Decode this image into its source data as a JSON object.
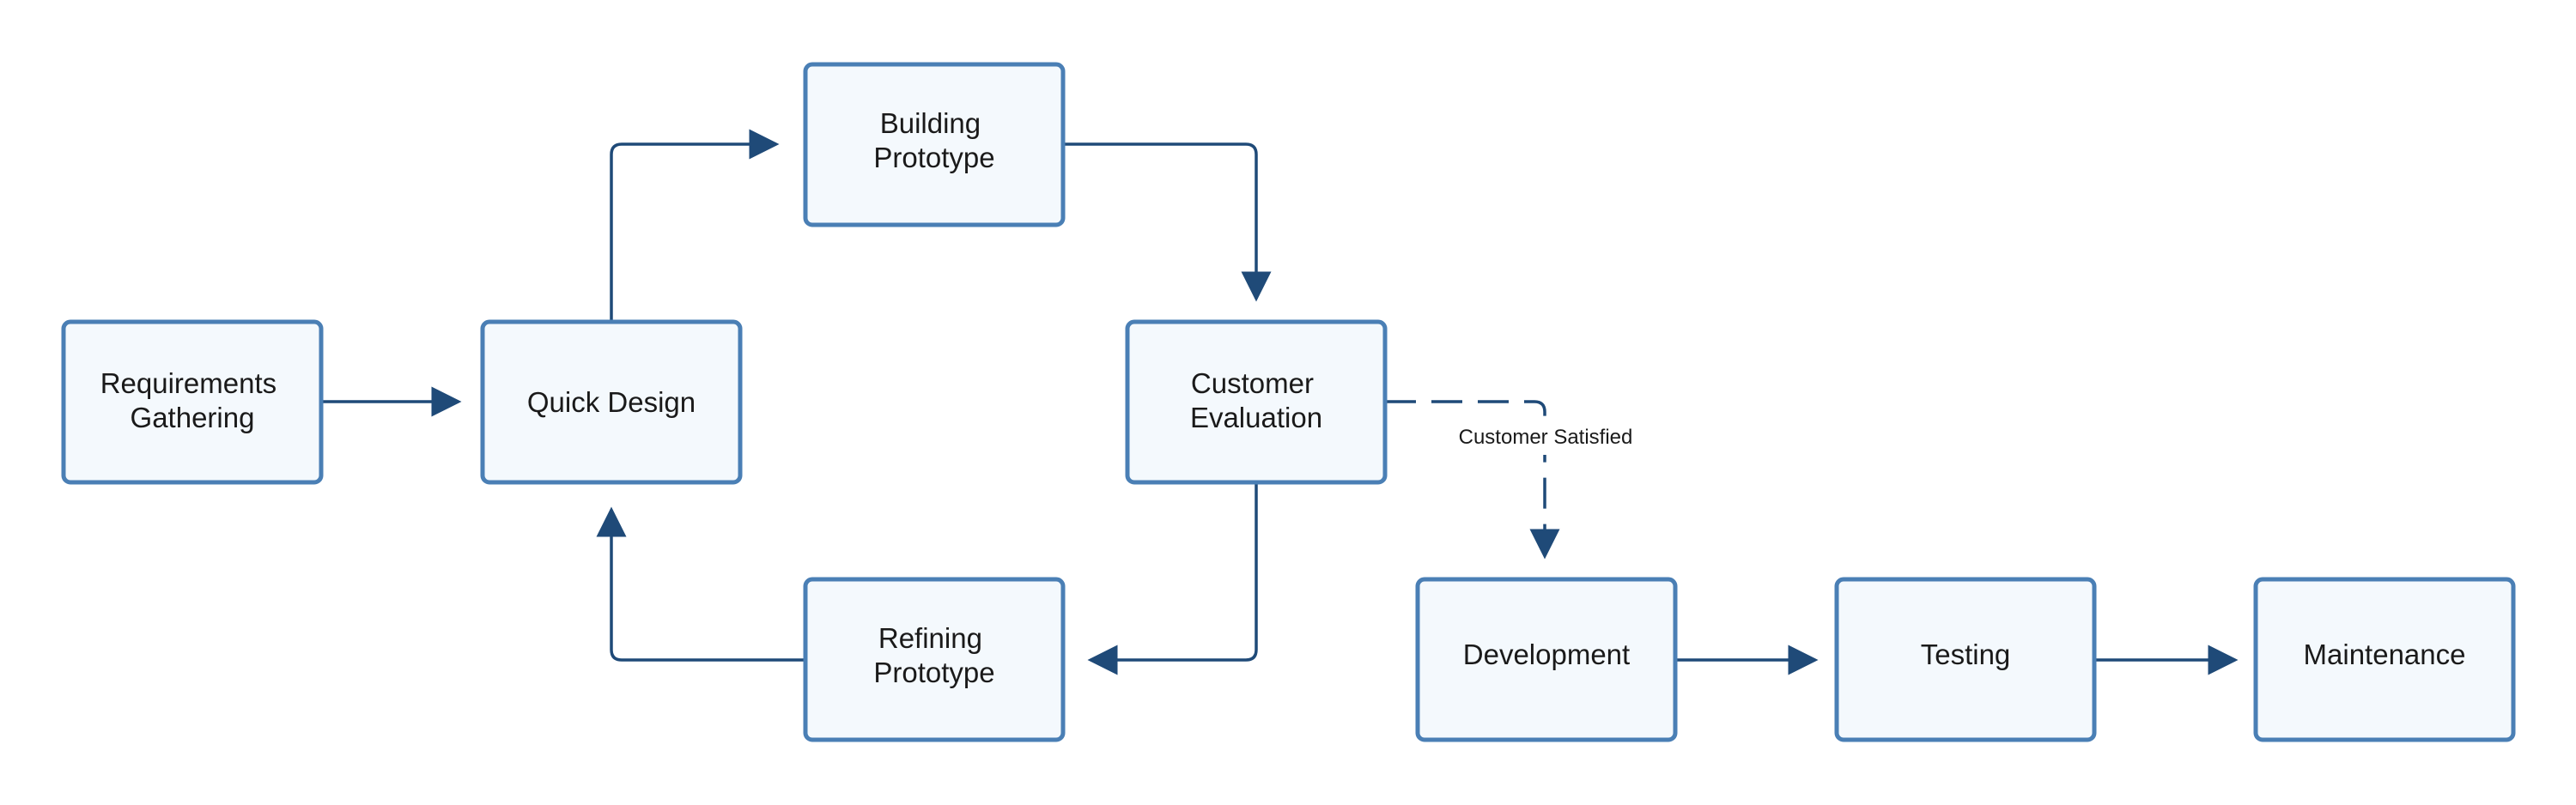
{
  "colors": {
    "node_fill": "#f4f9fd",
    "node_border": "#4a7fb5",
    "edge": "#1f4a78",
    "text": "#1a1a1a"
  },
  "nodes": {
    "requirements": "Requirements Gathering",
    "quick_design": "Quick Design",
    "building_prototype": "Building Prototype",
    "customer_evaluation": "Customer Evaluation",
    "refining_prototype": "Refining Prototype",
    "development": "Development",
    "testing": "Testing",
    "maintenance": "Maintenance"
  },
  "edges": {
    "customer_satisfied_label": "Customer Satisfied"
  }
}
